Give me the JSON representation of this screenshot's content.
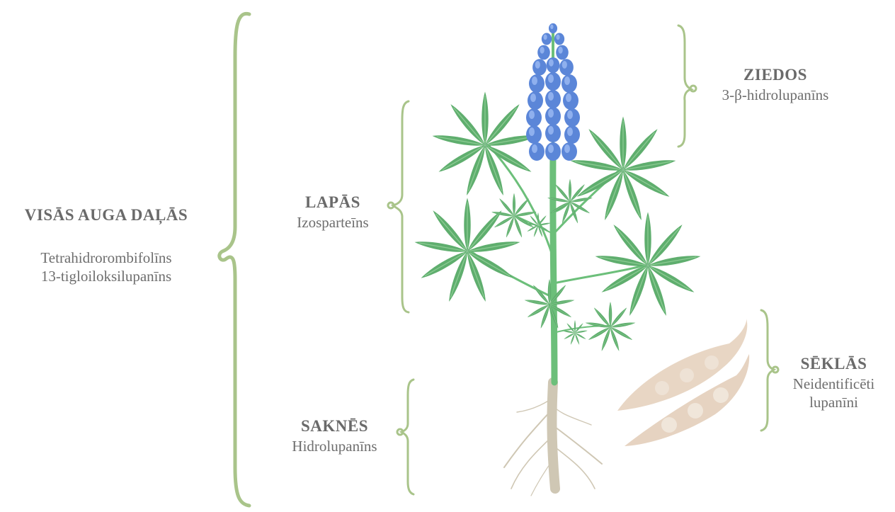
{
  "labels": {
    "whole_plant": {
      "title": "VISĀS AUGA DAĻĀS",
      "line1": "Tetrahidrorombifolīns",
      "line2": "13-tigloiloksilupanīns"
    },
    "flowers": {
      "title": "ZIEDOS",
      "line1": "3-β-hidrolupanīns"
    },
    "leaves": {
      "title": "LAPĀS",
      "line1": "Izosparteīns"
    },
    "roots": {
      "title": "SAKNĒS",
      "line1": "Hidrolupanīns"
    },
    "seeds": {
      "title": "SĒKLĀS",
      "line1": "Neidentificēti",
      "line2": "lupanīni"
    }
  },
  "colors": {
    "bracket": "#a9c48a",
    "leaf": "#5fae6e",
    "leaf_dark": "#4a9a5c",
    "stem": "#6cbf7a",
    "flower": "#5b86d8",
    "flower_light": "#8fb0ee",
    "pod": "#e8d6c4",
    "root": "#cfc7b4"
  }
}
